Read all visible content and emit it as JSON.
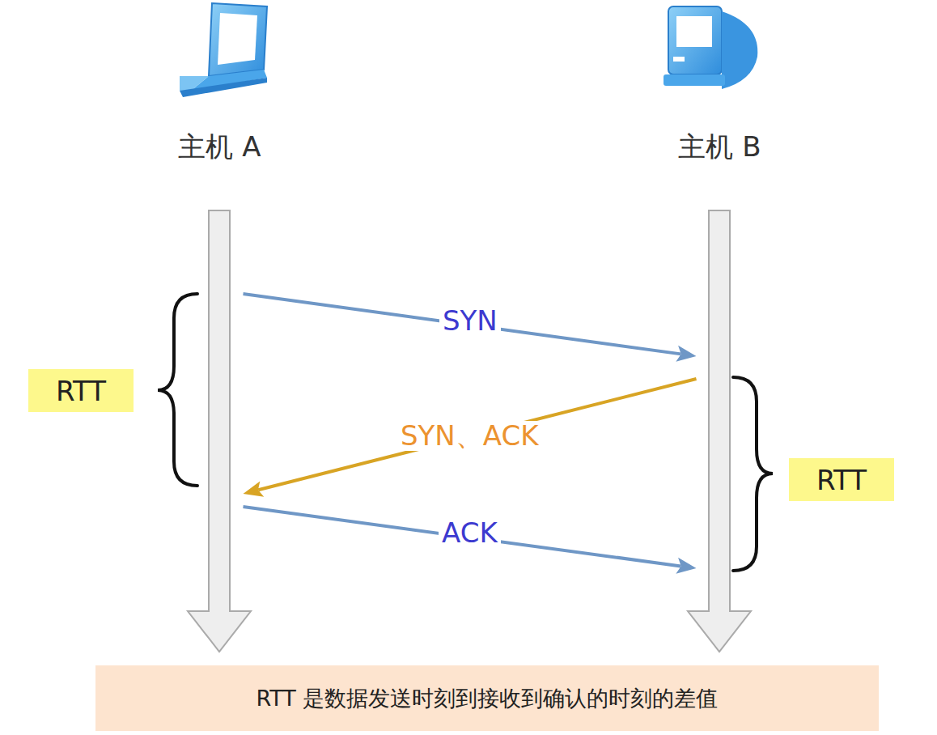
{
  "diagram": {
    "caption": "RTT 是数据发送时刻到接收到确认的时刻的差值",
    "nodes": [
      {
        "text": [
          "主机 A"
        ]
      },
      {
        "text": [
          "主机 B"
        ]
      },
      {
        "text": [
          "RTT"
        ]
      },
      {
        "text": [
          "RTT"
        ]
      }
    ],
    "edges": [
      {
        "from": 0,
        "to": 1,
        "label": "SYN",
        "arrow": "to"
      },
      {
        "from": 1,
        "to": 0,
        "label": "SYN、ACK",
        "arrow": "to"
      },
      {
        "from": 0,
        "to": 1,
        "label": "ACK",
        "arrow": "to"
      }
    ]
  }
}
